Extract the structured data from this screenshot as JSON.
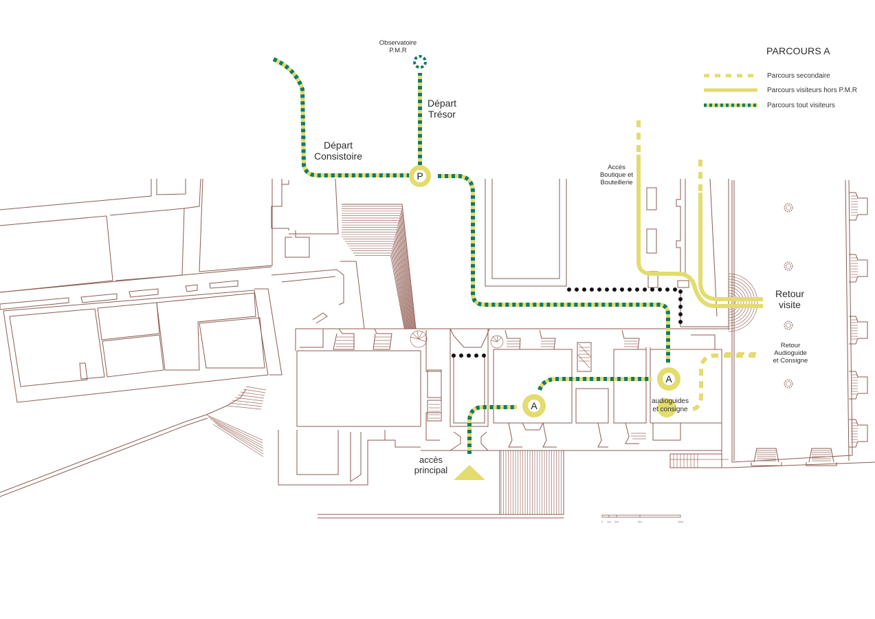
{
  "legend": {
    "title": "PARCOURS A",
    "items": [
      {
        "label": "Parcours secondaire",
        "style": "dashed-yellow"
      },
      {
        "label": "Parcours visiteurs hors P.M.R",
        "style": "solid-yellow"
      },
      {
        "label": "Parcours tout visiteurs",
        "style": "dotted-green-yellow"
      }
    ]
  },
  "colors": {
    "route_yellow": "#e3dc6e",
    "route_green": "#0e7b6a",
    "walls": "#8a5a50",
    "closed_path": "#111111"
  },
  "labels": {
    "observatoire": "Observatoire\nP.M.R",
    "depart_tresor": "Départ\nTrésor",
    "depart_consistoire": "Départ\nConsistoire",
    "acces_boutique": "Accès\nBoutique et\nBouteillerie",
    "retour_visite": "Retour\nvisite",
    "retour_audioguide": "Retour\nAudioguide\net Consigne",
    "audioguides": "audioguides\net consigne",
    "acces_principal": "accès\nprincipal"
  },
  "nodes": {
    "parking": "P",
    "audio_a1": "A",
    "audio_a2": "A"
  },
  "scale_bar": {
    "ticks": [
      "0",
      "1m",
      "2m",
      "5m",
      "10m"
    ]
  }
}
